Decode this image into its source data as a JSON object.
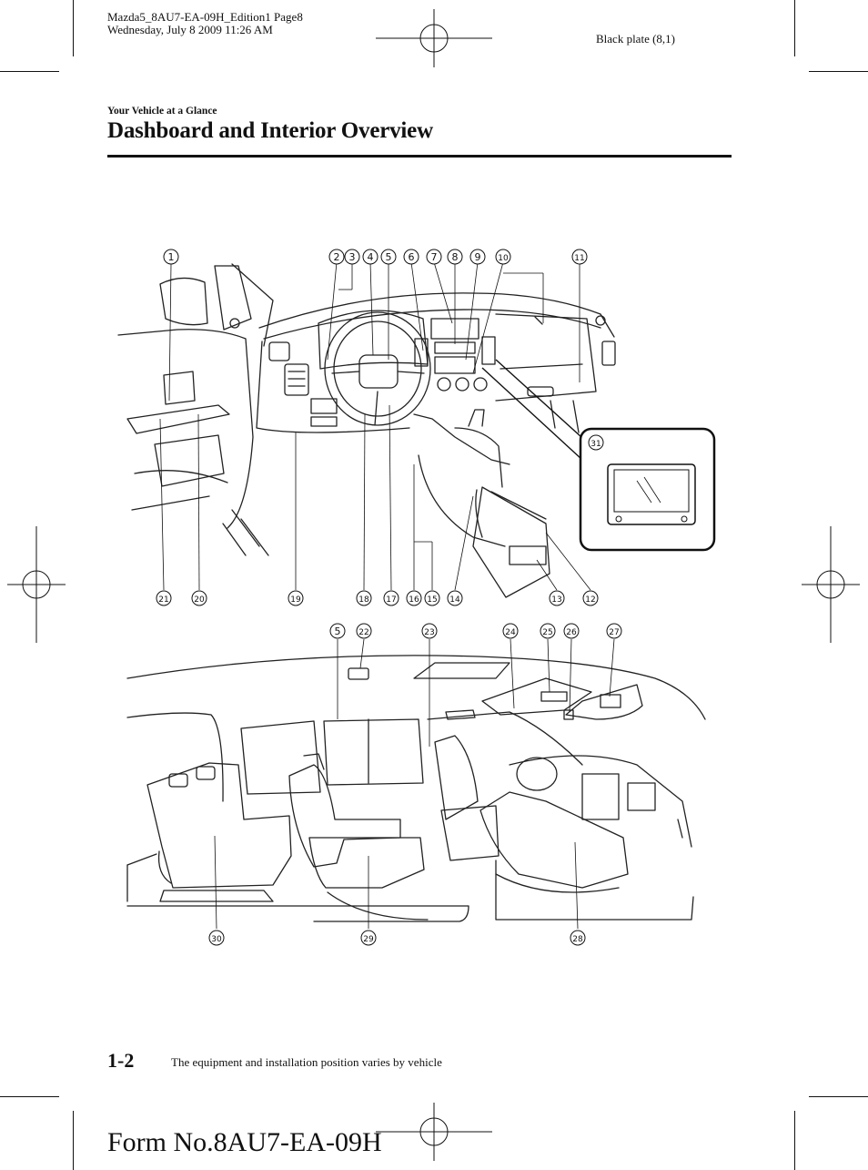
{
  "print_header": {
    "line1": "Mazda5_8AU7-EA-09H_Edition1 Page8",
    "line2": "Wednesday, July 8 2009 11:26 AM",
    "plate": "Black plate (8,1)"
  },
  "section_label": "Your Vehicle at a Glance",
  "page_title": "Dashboard and Interior Overview",
  "dashboard_callouts": {
    "top": [
      "1",
      "2",
      "3",
      "4",
      "5",
      "6",
      "7",
      "8",
      "9",
      "10",
      "11"
    ],
    "bottom": [
      "21",
      "20",
      "19",
      "18",
      "17",
      "16",
      "15",
      "14",
      "13",
      "12"
    ],
    "inset": "31"
  },
  "interior_callouts": {
    "top": [
      "5",
      "22",
      "23",
      "24",
      "25",
      "26",
      "27"
    ],
    "bottom": [
      "30",
      "29",
      "28"
    ]
  },
  "footer": {
    "page_number": "1-2",
    "note": "The equipment and installation position varies by vehicle",
    "form_number": "Form No.8AU7-EA-09H"
  }
}
